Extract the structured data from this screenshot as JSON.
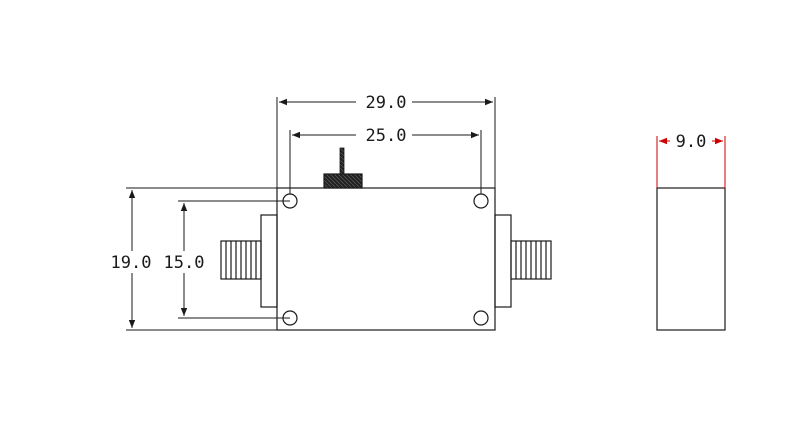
{
  "dimensions": {
    "total_width": "29.0",
    "hole_spacing_horizontal": "25.0",
    "total_height": "19.0",
    "hole_spacing_vertical": "15.0",
    "side_view_width": "9.0"
  },
  "colors": {
    "line": "#1a1a1a",
    "side_dimension_line": "#cc0000",
    "background": "#ffffff"
  }
}
